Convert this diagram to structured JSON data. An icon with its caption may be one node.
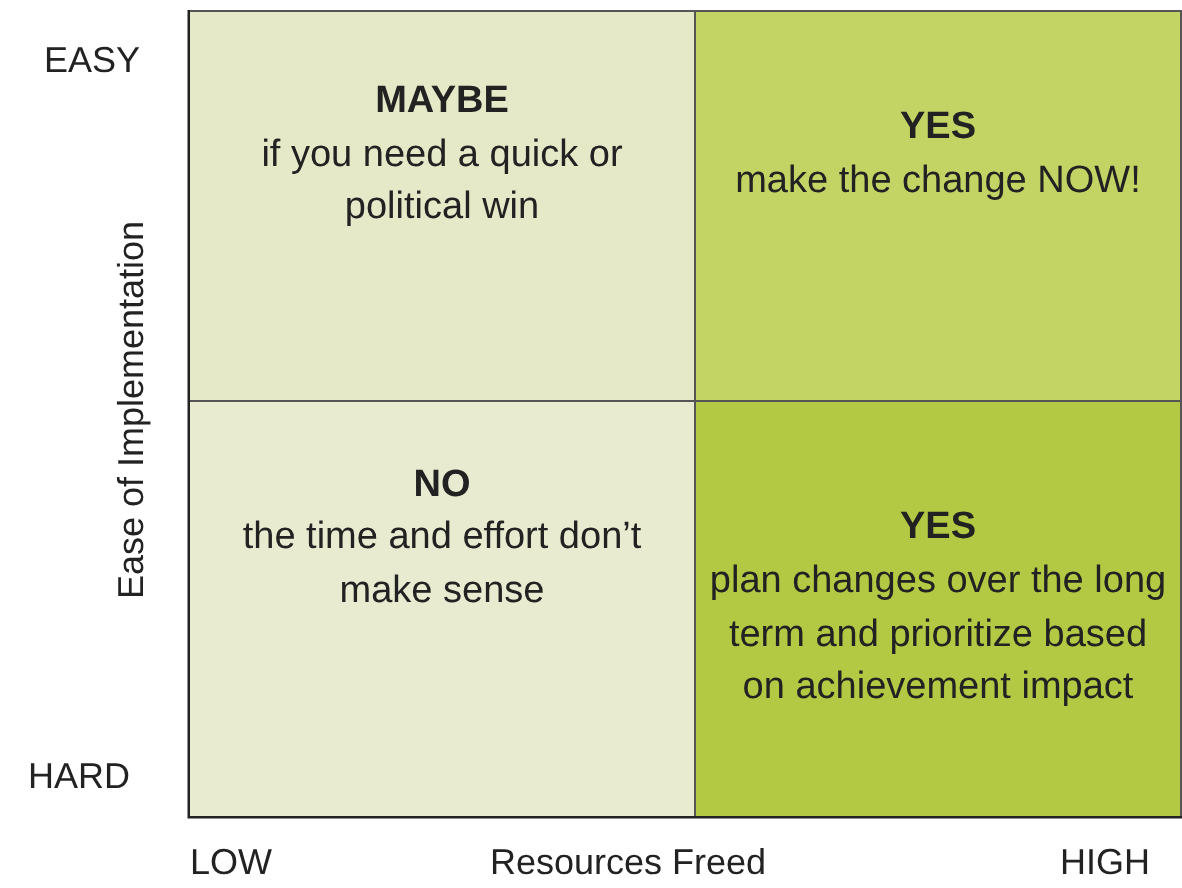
{
  "diagram": {
    "nodes": [
      {
        "text": [
          "MAYBE",
          "if you need a quick or political win"
        ]
      },
      {
        "text": [
          "YES",
          "make the change NOW!"
        ]
      },
      {
        "text": [
          "NO",
          "the time and effort don’t make sense"
        ]
      },
      {
        "text": [
          "YES",
          "plan changes over the long term and prioritize based on achievement impact"
        ]
      }
    ],
    "edges": [],
    "labels": [
      "EASY",
      "Ease of Implementation",
      "HARD",
      "LOW",
      "Resources Freed",
      "HIGH"
    ]
  }
}
